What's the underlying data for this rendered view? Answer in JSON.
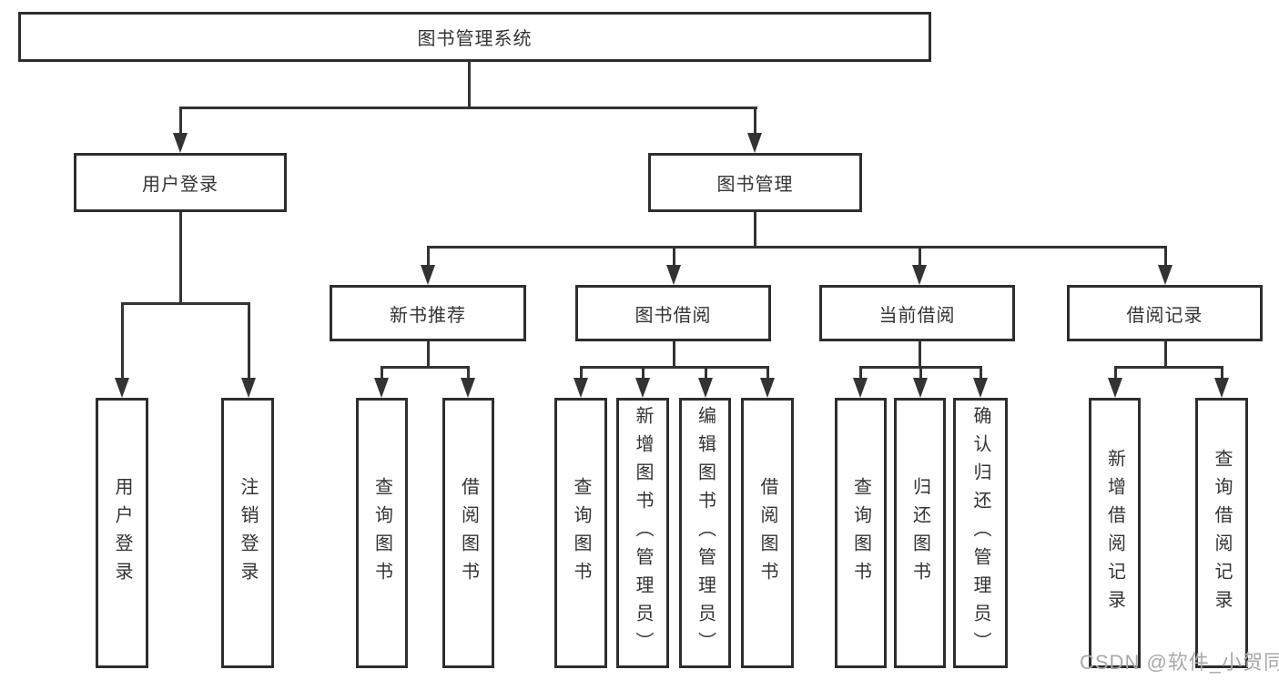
{
  "diagram": {
    "root": {
      "label": "图书管理系统"
    },
    "branches": {
      "user": {
        "label": "用户登录",
        "children": [
          {
            "label": "用户登录"
          },
          {
            "label": "注销登录"
          }
        ]
      },
      "books": {
        "label": "图书管理",
        "groups": [
          {
            "label": "新书推荐",
            "children": [
              {
                "label": "查询图书"
              },
              {
                "label": "借阅图书"
              }
            ]
          },
          {
            "label": "图书借阅",
            "children": [
              {
                "label": "查询图书"
              },
              {
                "label": "新增图书（管理员）"
              },
              {
                "label": "编辑图书（管理员）"
              },
              {
                "label": "借阅图书"
              }
            ]
          },
          {
            "label": "当前借阅",
            "children": [
              {
                "label": "查询图书"
              },
              {
                "label": "归还图书"
              },
              {
                "label": "确认归还（管理员）"
              }
            ]
          },
          {
            "label": "借阅记录",
            "children": [
              {
                "label": "新增借阅记录"
              },
              {
                "label": "查询借阅记录"
              }
            ]
          }
        ]
      }
    }
  },
  "watermark": {
    "text": "CSDN @软件_小贺同学"
  },
  "colors": {
    "line": "#333333",
    "box_border": "#2e2e2e",
    "text": "#333333",
    "watermark": "#a9a9a9",
    "background": "#ffffff"
  }
}
